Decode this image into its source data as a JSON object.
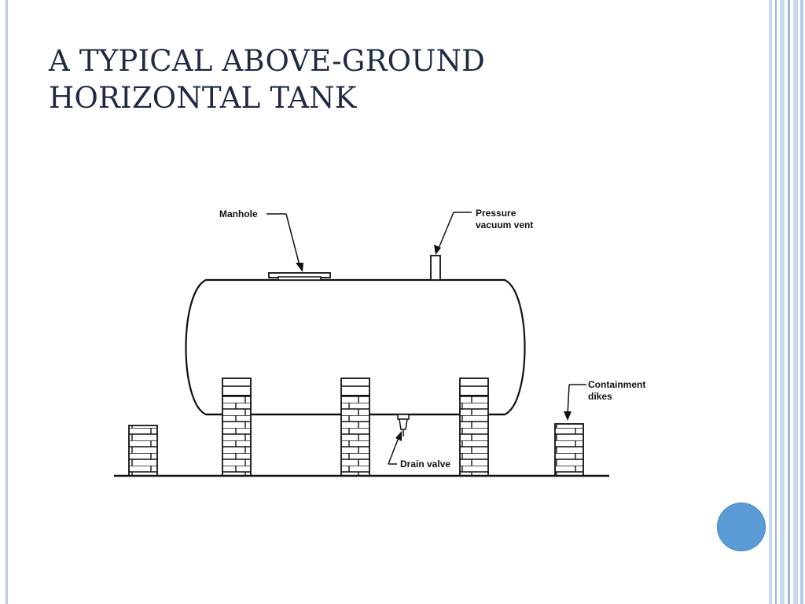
{
  "slide": {
    "title_line1": "A TYPICAL ABOVE-GROUND",
    "title_line2": "HORIZONTAL TANK"
  },
  "diagram": {
    "labels": {
      "manhole": "Manhole",
      "pressure_line1": "Pressure",
      "pressure_line2": "vacuum vent",
      "containment_line1": "Containment",
      "containment_line2": "dikes",
      "drain": "Drain valve"
    }
  },
  "theme": {
    "title_color": "#1f2a44",
    "accent": "#5b9bd5",
    "stripe_light": "#c9d8ec",
    "stripe_mid": "#9fb8da",
    "line_color": "#111111"
  }
}
